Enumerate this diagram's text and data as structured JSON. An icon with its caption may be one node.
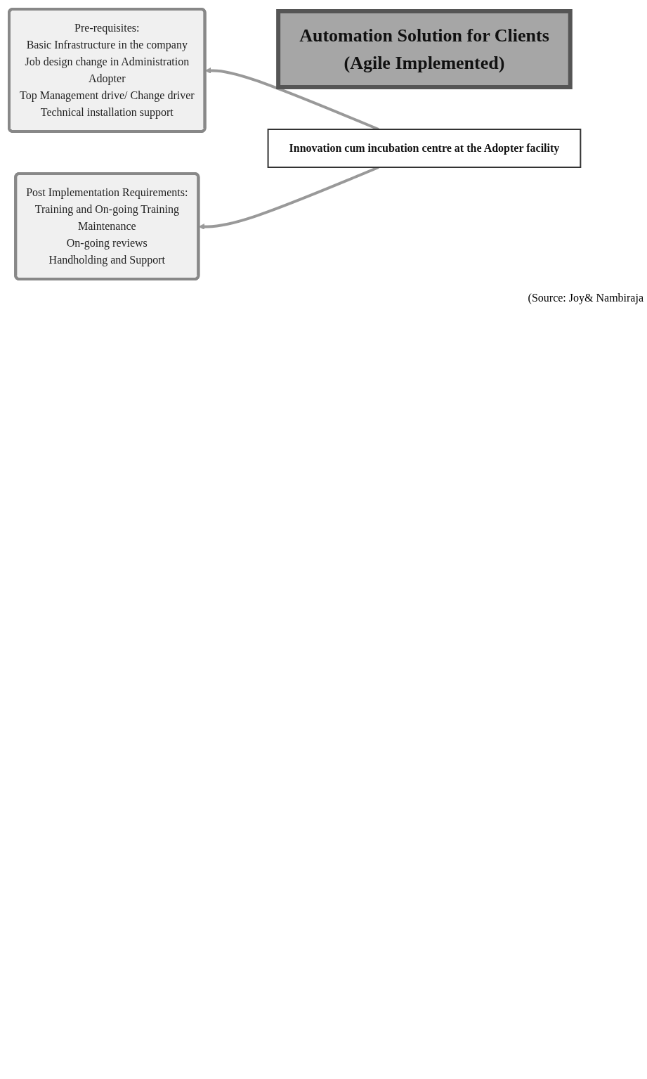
{
  "diagram": {
    "caption": "(Source: Joy& Nambiraja",
    "nodes": [
      {
        "text": [
          "Pre-requisites:",
          "Basic Infrastructure in the company",
          "Job design change in Administration",
          "Adopter",
          "Top Management drive/ Change driver",
          "Technical installation support"
        ]
      },
      {
        "text": [
          "Automation Solution for Clients",
          "(Agile Implemented)"
        ]
      },
      {
        "text": [
          "Innovation cum incubation centre at the Adopter facility"
        ]
      },
      {
        "text": [
          "Post Implementation Requirements:",
          "Training and On-going Training",
          "Maintenance",
          "On-going reviews",
          "Handholding and Support"
        ]
      }
    ],
    "edges": [
      {
        "from": 2,
        "to": 0,
        "arrow": "to"
      },
      {
        "from": 2,
        "to": 3,
        "arrow": "to"
      }
    ]
  }
}
